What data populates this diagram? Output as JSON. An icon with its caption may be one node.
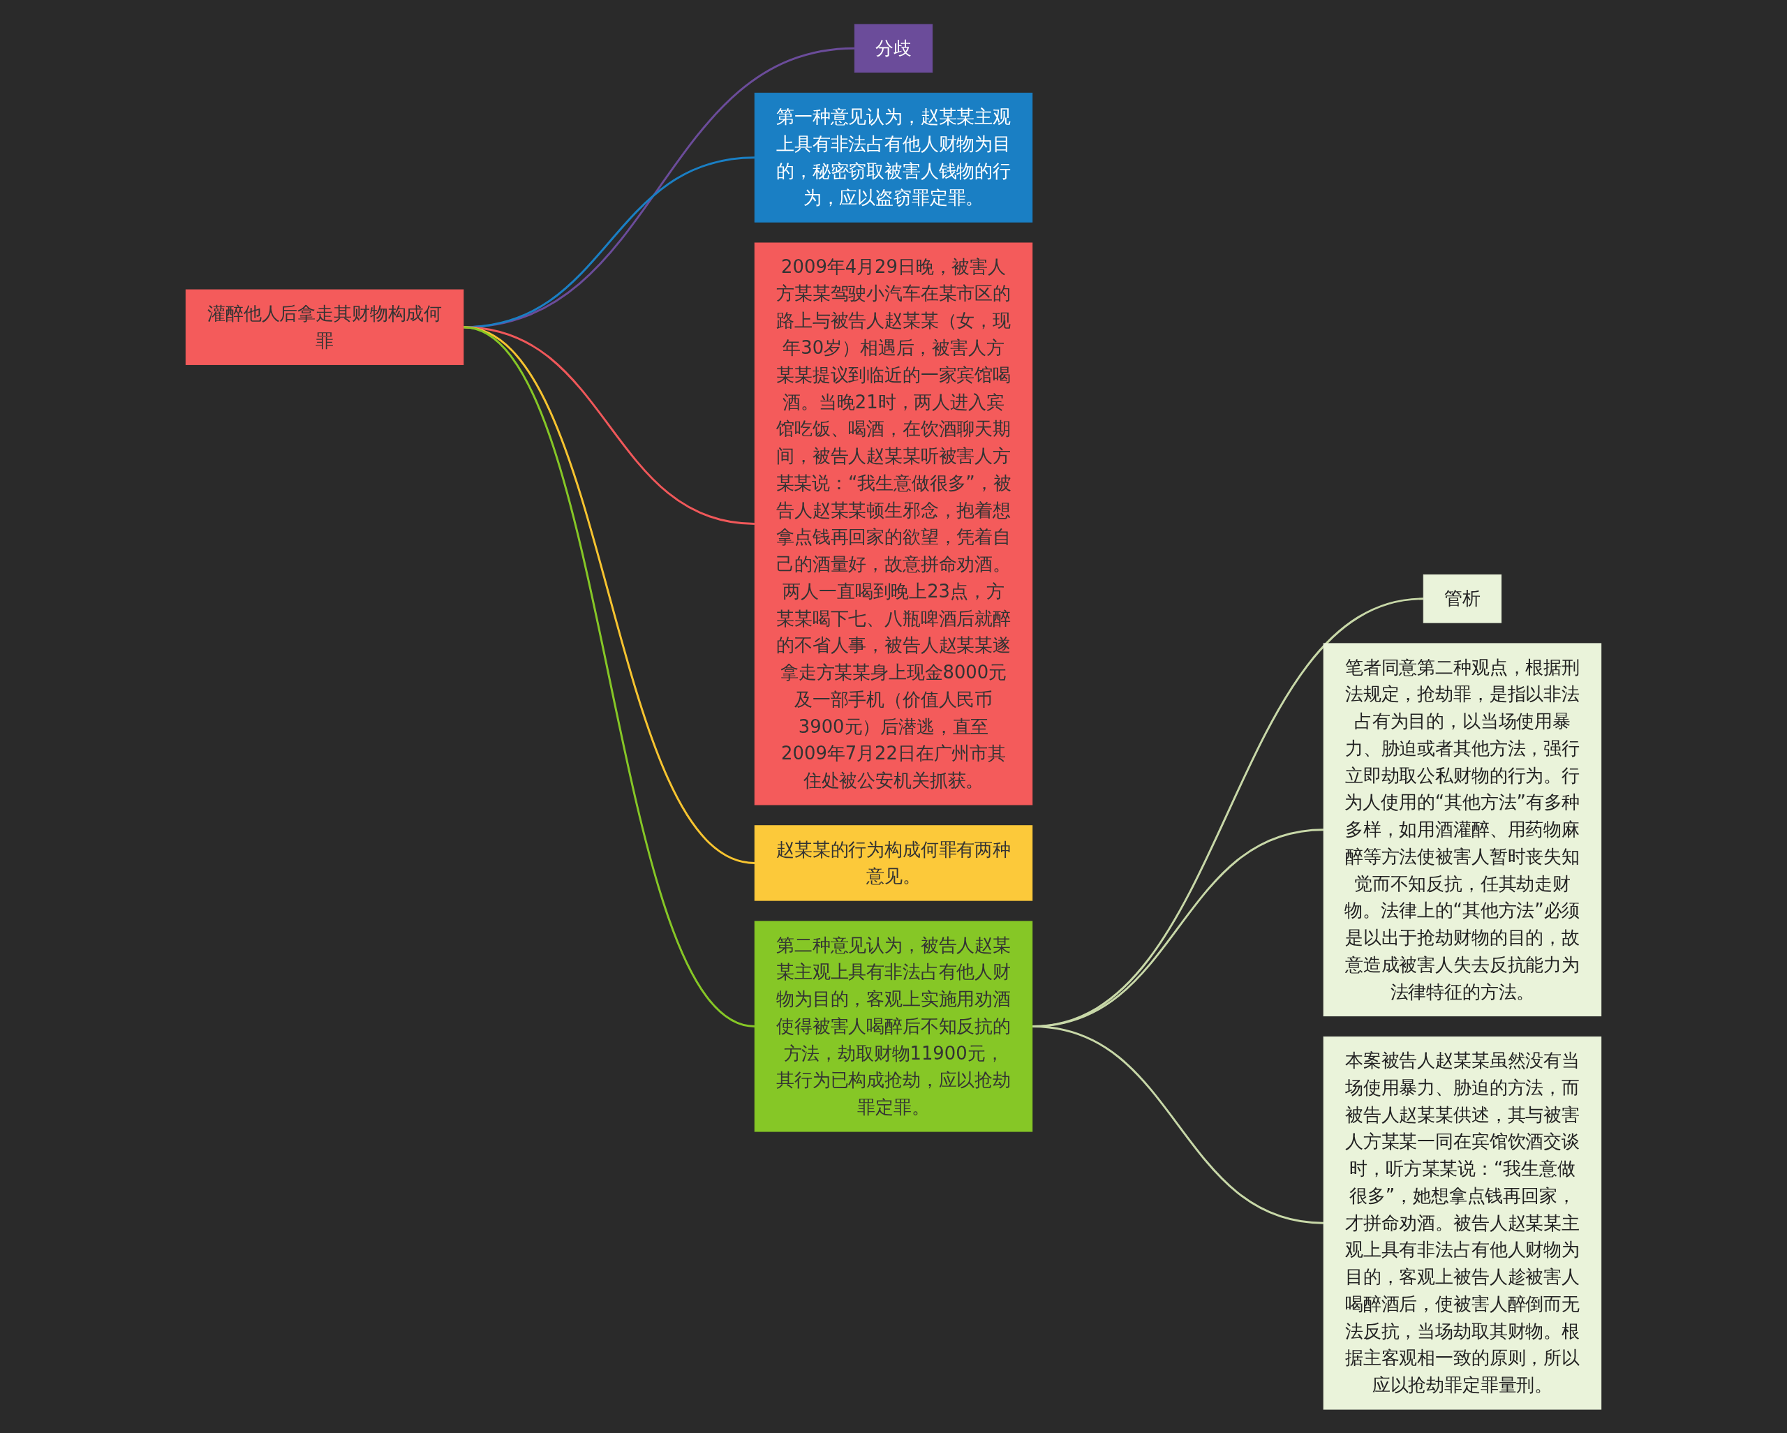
{
  "diagram": {
    "nodes": [
      {
        "text": [
          "灌醉他人后拿走其财物构成何罪"
        ]
      },
      {
        "text": [
          "分歧"
        ]
      },
      {
        "text": [
          "第一种意见认为，赵某某主观上具有非法占有他人财物为目的，秘密窃取被害人钱物的行为，应以盗窃罪定罪。"
        ]
      },
      {
        "text": [
          "2009年4月29日晚，被害人方某某驾驶小汽车在某市区的路上与被告人赵某某（女，现年30岁）相遇后，被害人方某某提议到临近的一家宾馆喝酒。当晚21时，两人进入宾馆吃饭、喝酒，在饮酒聊天期间，被告人赵某某听被害人方某某说：“我生意做很多”，被告人赵某某顿生邪念，抱着想拿点钱再回家的欲望，凭着自己的酒量好，故意拼命劝酒。两人一直喝到晚上23点，方某某喝下七、八瓶啤酒后就醉的不省人事，被告人赵某某遂拿走方某某身上现金8000元及一部手机（价值人民币3900元）后潜逃，直至2009年7月22日在广州市其住处被公安机关抓获。"
        ]
      },
      {
        "text": [
          "赵某某的行为构成何罪有两种意见。"
        ]
      },
      {
        "text": [
          "第二种意见认为，被告人赵某某主观上具有非法占有他人财物为目的，客观上实施用劝酒使得被害人喝醉后不知反抗的方法，劫取财物11900元，其行为已构成抢劫，应以抢劫罪定罪。"
        ]
      },
      {
        "text": [
          "管析"
        ]
      },
      {
        "text": [
          "笔者同意第二种观点，根据刑法规定，抢劫罪，是指以非法占有为目的，以当场使用暴力、胁迫或者其他方法，强行立即劫取公私财物的行为。行为人使用的“其他方法”有多种多样，如用酒灌醉、用药物麻醉等方法使被害人暂时丧失知觉而不知反抗，任其劫走财物。法律上的“其他方法”必须是以出于抢劫财物的目的，故意造成被害人失去反抗能力为法律特征的方法。"
        ]
      },
      {
        "text": [
          "本案被告人赵某某虽然没有当场使用暴力、胁迫的方法，而被告人赵某某供述，其与被害人方某某一同在宾馆饮酒交谈时，听方某某说：“我生意做很多”，她想拿点钱再回家，才拼命劝酒。被告人赵某某主观上具有非法占有他人财物为目的，客观上被告人趁被害人喝醉酒后，使被害人醉倒而无法反抗，当场劫取其财物。根据主客观相一致的原则，所以应以抢劫罪定罪量刑。"
        ]
      }
    ],
    "edges": [
      {
        "from": 0,
        "to": 1,
        "arrow": "none",
        "color": "#6b4c9a"
      },
      {
        "from": 0,
        "to": 2,
        "arrow": "none",
        "color": "#1a7fc4"
      },
      {
        "from": 0,
        "to": 3,
        "arrow": "none",
        "color": "#f0585a"
      },
      {
        "from": 0,
        "to": 4,
        "arrow": "none",
        "color": "#f7c430"
      },
      {
        "from": 0,
        "to": 5,
        "arrow": "none",
        "color": "#86c726"
      },
      {
        "from": 5,
        "to": 6,
        "arrow": "none",
        "color": "#c8d8a8"
      },
      {
        "from": 5,
        "to": 7,
        "arrow": "none",
        "color": "#c8d8a8"
      },
      {
        "from": 5,
        "to": 8,
        "arrow": "none",
        "color": "#c8d8a8"
      }
    ]
  }
}
